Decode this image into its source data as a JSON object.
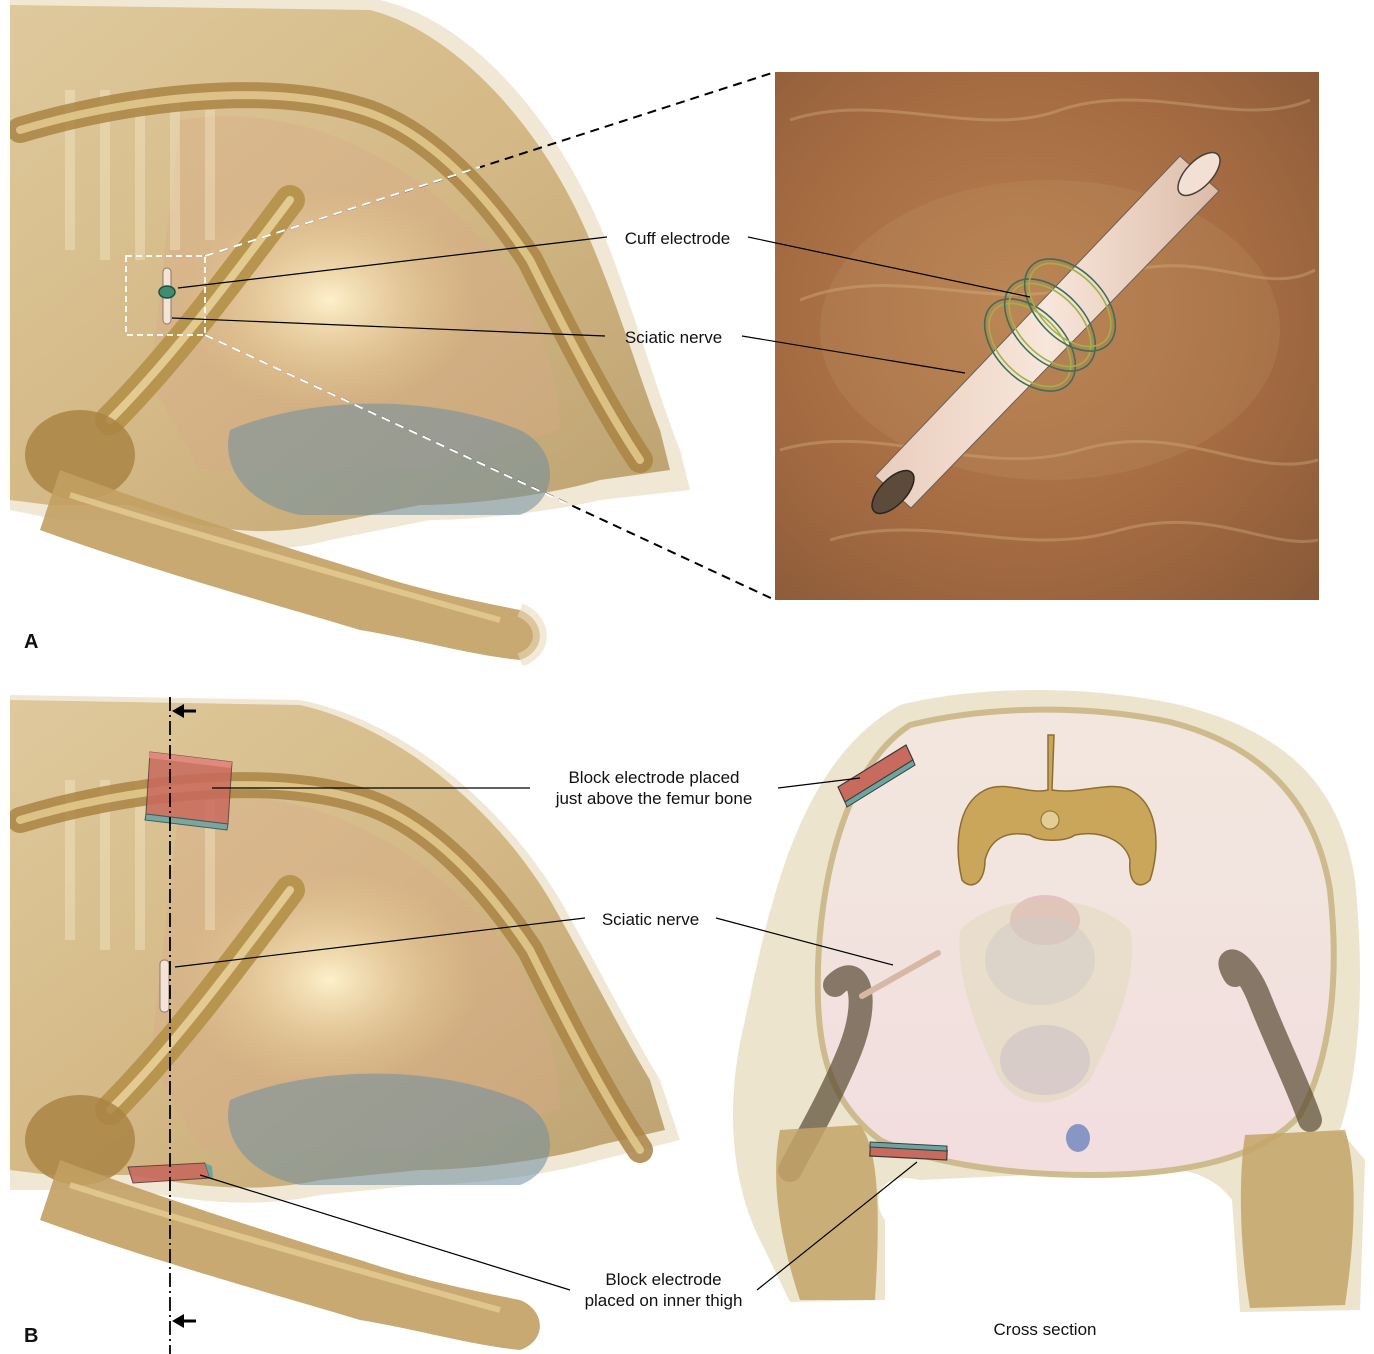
{
  "panels": {
    "a": {
      "letter": "A",
      "labels": {
        "cuff_electrode": "Cuff electrode",
        "sciatic_nerve": "Sciatic nerve"
      }
    },
    "b": {
      "letter": "B",
      "labels": {
        "block_electrode_femur_line1": "Block electrode placed",
        "block_electrode_femur_line2": "just above the femur bone",
        "sciatic_nerve": "Sciatic nerve",
        "block_electrode_thigh_line1": "Block electrode",
        "block_electrode_thigh_line2": "placed on inner thigh",
        "cross_section": "Cross section"
      }
    }
  },
  "colors": {
    "tissue": "#c9a767",
    "bone": "#b8954e",
    "zoom_background": "#a86f45",
    "nerve": "#f0d8c8",
    "electrode_red": "#c05a50",
    "electrode_teal": "#6aa6a0",
    "cross_section_fill": "#f6e3e6"
  }
}
